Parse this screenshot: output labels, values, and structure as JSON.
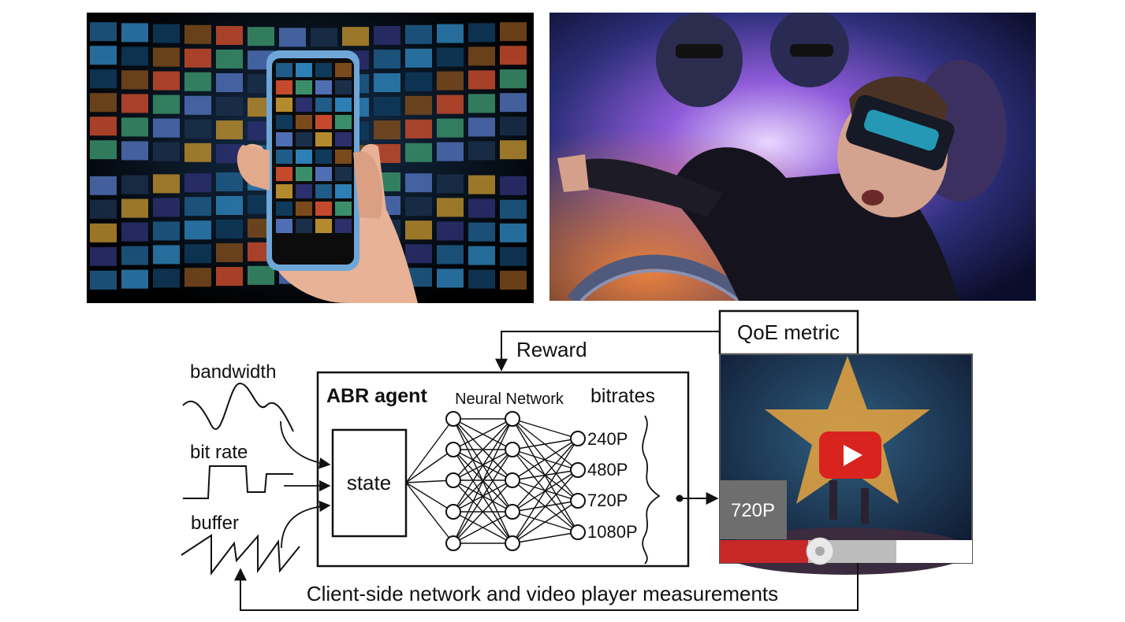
{
  "diagram": {
    "inputs": {
      "bandwidth": "bandwidth",
      "bitrate": "bit rate",
      "buffer": "buffer"
    },
    "agent": {
      "title": "ABR agent",
      "state": "state",
      "network_label": "Neural Network",
      "bitrates_heading": "bitrates",
      "bitrates": [
        "240P",
        "480P",
        "720P",
        "1080P"
      ]
    },
    "reward": "Reward",
    "qoe": "QoE metric",
    "player": {
      "quality_badge": "720P",
      "progress": 0.35,
      "buffered": 0.7
    },
    "feedback": "Client-side network and video player measurements"
  },
  "icons": [
    "play-icon",
    "smartphone-icon",
    "vr-headset-icon"
  ],
  "colors": {
    "player_red": "#c62828",
    "badge_gray": "#6e6e6e",
    "play_button": "#d9231f"
  }
}
